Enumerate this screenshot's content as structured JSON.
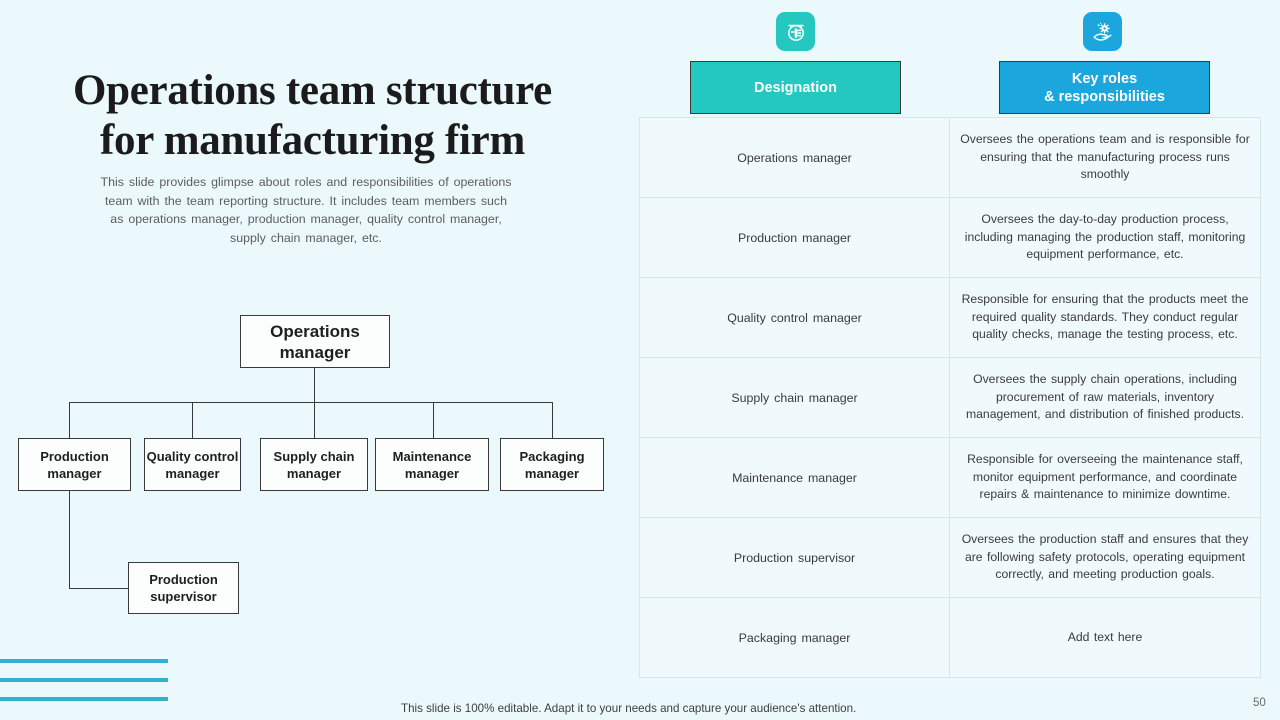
{
  "slide": {
    "title": "Operations team structure for manufacturing firm",
    "title_line_1": "Operations team structure",
    "title_line_2": "for manufacturing firm",
    "subtitle": "This slide provides glimpse about roles and responsibilities of operations team with the team reporting structure. It includes team members such as operations manager, production manager, quality control manager, supply chain manager, etc.",
    "page_number": "50",
    "footer_note": "This slide is 100% editable. Adapt it to your needs and capture your audience's attention.",
    "background_color": "#ebf8fc",
    "accent_teal": "#25c8c0",
    "accent_blue": "#1ba6de",
    "decor_bar_color": "#31b0cf"
  },
  "org_chart": {
    "root": {
      "label": "Operations manager"
    },
    "level2": [
      {
        "label": "Production manager"
      },
      {
        "label": "Quality control manager"
      },
      {
        "label": "Supply chain manager"
      },
      {
        "label": "Maintenance manager"
      },
      {
        "label": "Packaging manager"
      }
    ],
    "level3": [
      {
        "label": "Production supervisor",
        "reports_to": "Production manager"
      }
    ]
  },
  "table": {
    "icons": [
      {
        "name": "org-badge-icon",
        "color": "#25c8c0"
      },
      {
        "name": "hand-gear-icon",
        "color": "#1ba6de"
      }
    ],
    "headers": [
      {
        "label": "Designation",
        "color": "#25c8c0"
      },
      {
        "label": "Key roles & responsibilities",
        "line_1": "Key roles",
        "line_2": "& responsibilities",
        "color": "#1ba6de"
      }
    ],
    "rows": [
      {
        "designation": "Operations manager",
        "responsibility": "Oversees the operations team and is responsible for ensuring that the manufacturing process runs smoothly"
      },
      {
        "designation": "Production manager",
        "responsibility": "Oversees the day-to-day production process, including managing the production staff, monitoring equipment performance, etc."
      },
      {
        "designation": "Quality control manager",
        "responsibility": "Responsible for ensuring that the products meet the required quality standards. They conduct regular quality checks, manage the testing process, etc."
      },
      {
        "designation": "Supply chain manager",
        "responsibility": "Oversees the supply chain operations, including procurement of raw materials, inventory management, and distribution of finished products."
      },
      {
        "designation": "Maintenance manager",
        "responsibility": "Responsible for overseeing the maintenance staff, monitor equipment performance, and coordinate repairs & maintenance to minimize downtime."
      },
      {
        "designation": "Production supervisor",
        "responsibility": "Oversees the production staff and ensures that they are following safety protocols, operating equipment correctly, and meeting production goals."
      },
      {
        "designation": "Packaging manager",
        "responsibility": "Add text here"
      }
    ]
  }
}
